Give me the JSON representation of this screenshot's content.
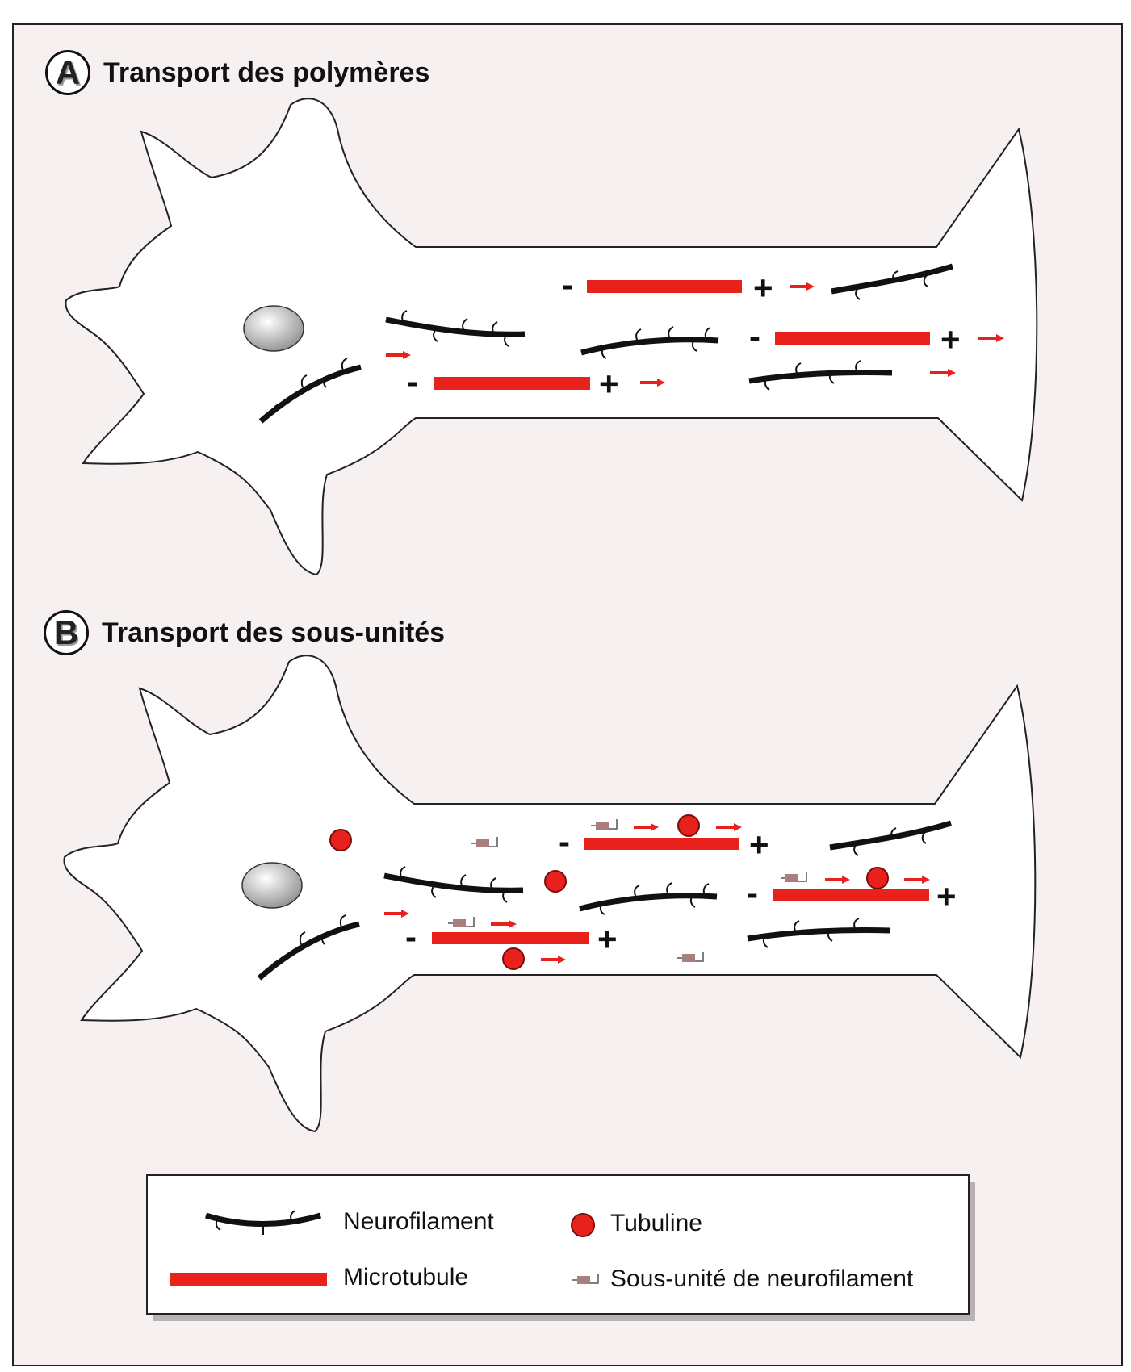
{
  "panels": {
    "a": {
      "letter": "A",
      "title": "Transport des polymères"
    },
    "b": {
      "letter": "B",
      "title": "Transport des sous-unités"
    }
  },
  "signs": {
    "minus": "-",
    "plus": "+"
  },
  "legend": {
    "neurofilament": "Neurofilament",
    "microtubule": "Microtubule",
    "tubuline": "Tubuline",
    "subunit": "Sous-unité de neurofilament"
  },
  "colors": {
    "background": "#f7f0f0",
    "microtubule": "#e8211c",
    "arrow": "#e8211c",
    "neurofilament": "#111111",
    "tubuline": "#e8211c",
    "subunit": "#a87f7f",
    "nucleus": "#9a9a9a"
  }
}
